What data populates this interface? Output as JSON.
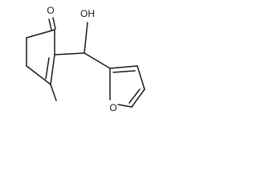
{
  "molecule": {
    "atoms": {
      "ketone_oxygen": "O",
      "hydroxyl": "OH",
      "furan_oxygen": "O"
    }
  },
  "colors": {
    "stroke": "#1a1a1a",
    "background": "#ffffff"
  }
}
